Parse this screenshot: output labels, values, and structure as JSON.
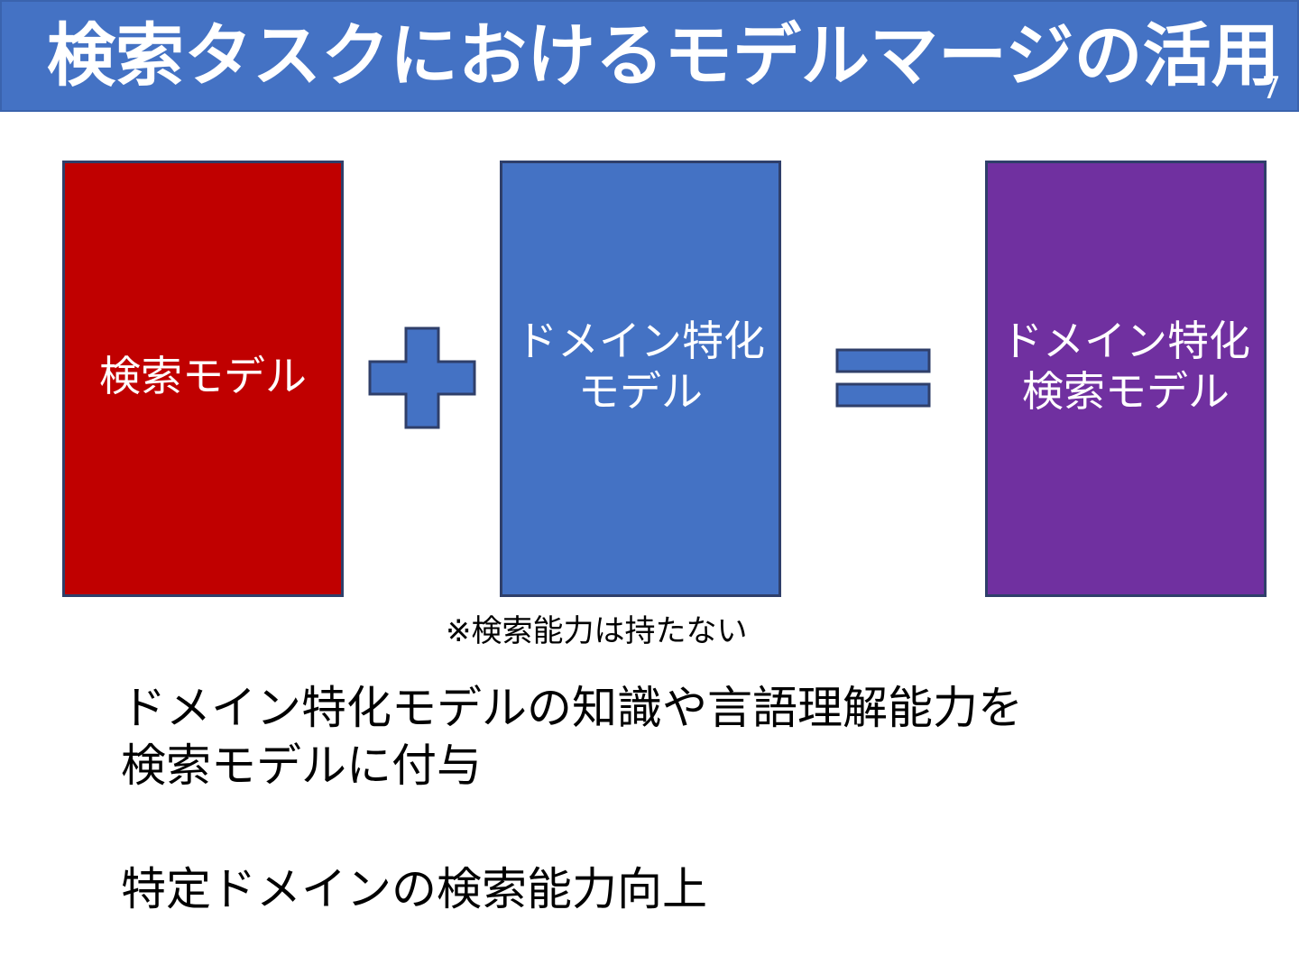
{
  "slide": {
    "title": "検索タスクにおけるモデルマージの活用",
    "page_number": "7"
  },
  "diagram": {
    "box_retrieval": {
      "label": "検索モデル",
      "color": "#c00000"
    },
    "box_domain": {
      "label": "ドメイン特化\nモデル",
      "color": "#4472c4"
    },
    "box_merged": {
      "label": "ドメイン特化\n検索モデル",
      "color": "#7030a0"
    },
    "plus_icon": "plus-icon",
    "equals_icon": "equals-icon",
    "note": "※検索能力は持たない"
  },
  "body": {
    "line1": "ドメイン特化モデルの知識や言語理解能力を",
    "line2": "検索モデルに付与",
    "line3": "特定ドメインの検索能力向上"
  },
  "colors": {
    "title_bar": "#4472c4",
    "operator_fill": "#4472c4",
    "operator_stroke": "#2f3f6a"
  }
}
